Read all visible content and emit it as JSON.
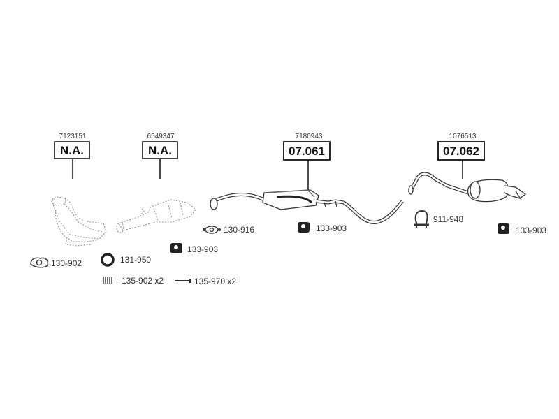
{
  "callouts": [
    {
      "oem": "7123151",
      "code": "N.A."
    },
    {
      "oem": "6549347",
      "code": "N.A."
    },
    {
      "oem": "7180943",
      "code": "07.061"
    },
    {
      "oem": "1076513",
      "code": "07.062"
    }
  ],
  "parts": {
    "p130_902": "130-902",
    "p131_950": "131-950",
    "p135_902": "135-902 x2",
    "p135_970": "135-970 x2",
    "p130_916": "130-916",
    "p133_903_a": "133-903",
    "p133_903_b": "133-903",
    "p911_948": "911-948",
    "p133_903_c": "133-903"
  }
}
